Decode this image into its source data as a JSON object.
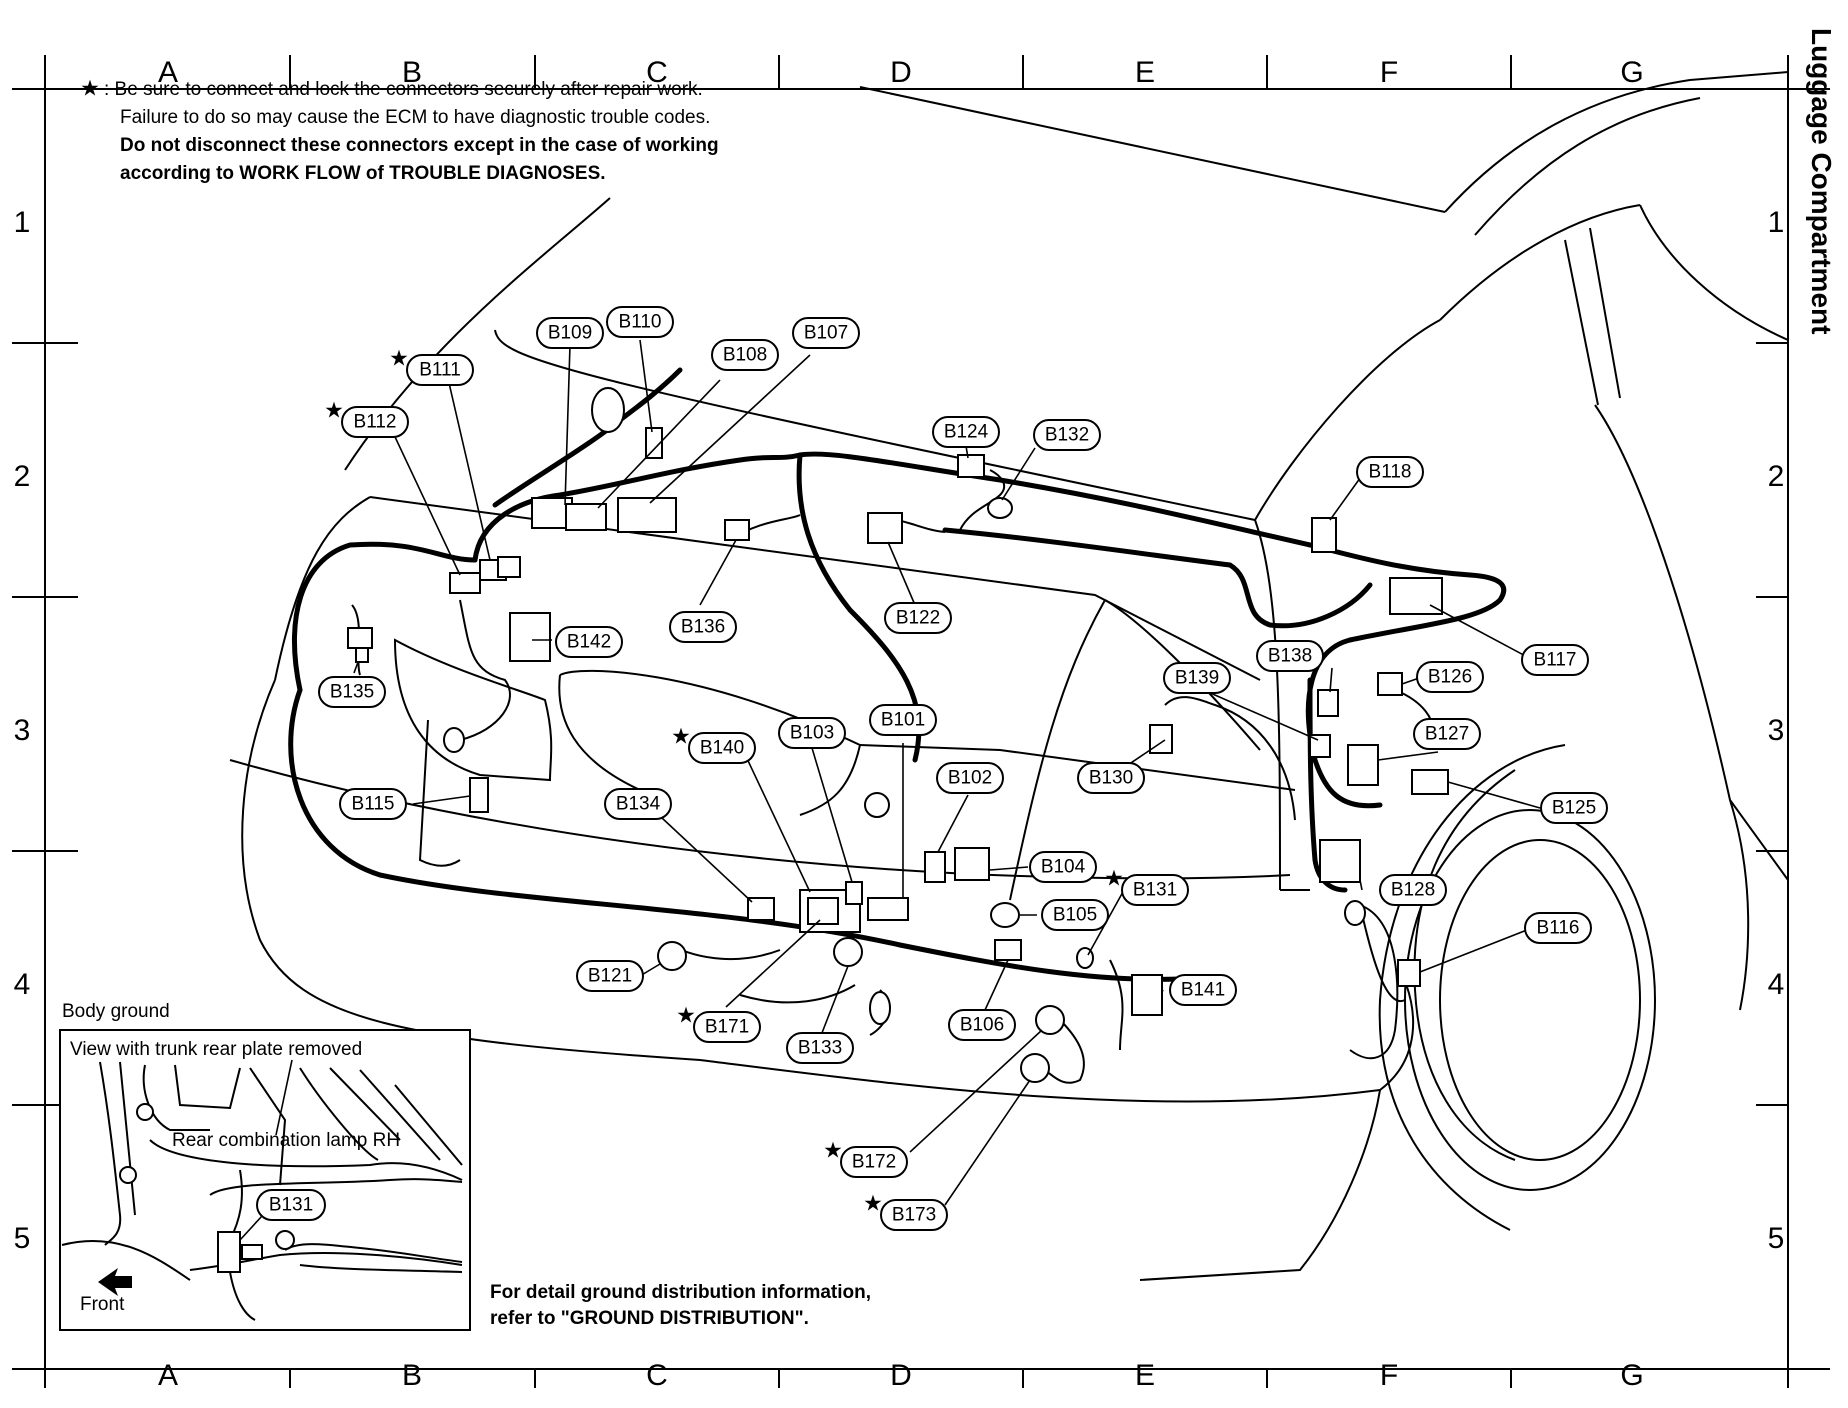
{
  "side_title": "Luggage Compartment",
  "columns": [
    "A",
    "B",
    "C",
    "D",
    "E",
    "F",
    "G"
  ],
  "rows": [
    "1",
    "2",
    "3",
    "4",
    "5"
  ],
  "note": {
    "star": "★",
    "line1": ": Be sure to connect and lock the connectors securely after repair work.",
    "line2": "Failure to do so may cause the ECM to have diagnostic trouble codes.",
    "line3": "Do not disconnect these connectors except in the case of working",
    "line4": "according to WORK FLOW of TROUBLE DIAGNOSES."
  },
  "connectors": [
    {
      "id": "B110",
      "label": "B110",
      "star": false
    },
    {
      "id": "B111",
      "label": "B111",
      "star": true
    },
    {
      "id": "B112",
      "label": "B112",
      "star": true
    },
    {
      "id": "B109",
      "label": "B109",
      "star": false
    },
    {
      "id": "B108",
      "label": "B108",
      "star": false
    },
    {
      "id": "B107",
      "label": "B107",
      "star": false
    },
    {
      "id": "B124",
      "label": "B124",
      "star": false
    },
    {
      "id": "B132",
      "label": "B132",
      "star": false
    },
    {
      "id": "B118",
      "label": "B118",
      "star": false
    },
    {
      "id": "B136",
      "label": "B136",
      "star": false
    },
    {
      "id": "B122",
      "label": "B122",
      "star": false
    },
    {
      "id": "B142",
      "label": "B142",
      "star": false
    },
    {
      "id": "B117",
      "label": "B117",
      "star": false
    },
    {
      "id": "B135",
      "label": "B135",
      "star": false
    },
    {
      "id": "B138",
      "label": "B138",
      "star": false
    },
    {
      "id": "B126",
      "label": "B126",
      "star": false
    },
    {
      "id": "B139",
      "label": "B139",
      "star": false
    },
    {
      "id": "B140",
      "label": "B140",
      "star": true
    },
    {
      "id": "B103",
      "label": "B103",
      "star": false
    },
    {
      "id": "B101",
      "label": "B101",
      "star": false
    },
    {
      "id": "B127",
      "label": "B127",
      "star": false
    },
    {
      "id": "B102",
      "label": "B102",
      "star": false
    },
    {
      "id": "B130",
      "label": "B130",
      "star": false
    },
    {
      "id": "B115",
      "label": "B115",
      "star": false
    },
    {
      "id": "B134",
      "label": "B134",
      "star": false
    },
    {
      "id": "B125",
      "label": "B125",
      "star": false
    },
    {
      "id": "B104",
      "label": "B104",
      "star": false
    },
    {
      "id": "B131",
      "label": "B131",
      "star": true
    },
    {
      "id": "B128",
      "label": "B128",
      "star": false
    },
    {
      "id": "B105",
      "label": "B105",
      "star": false
    },
    {
      "id": "B116",
      "label": "B116",
      "star": false
    },
    {
      "id": "B121",
      "label": "B121",
      "star": false
    },
    {
      "id": "B141",
      "label": "B141",
      "star": false
    },
    {
      "id": "B171",
      "label": "B171",
      "star": true
    },
    {
      "id": "B106",
      "label": "B106",
      "star": false
    },
    {
      "id": "B133",
      "label": "B133",
      "star": false
    },
    {
      "id": "B172",
      "label": "B172",
      "star": true
    },
    {
      "id": "B173",
      "label": "B173",
      "star": true
    }
  ],
  "inset": {
    "caption": "Body ground",
    "title": "View with trunk rear plate removed",
    "lamp_label": "Rear combination lamp RH",
    "connector_label": "B131",
    "front_label": "Front"
  },
  "footnote": {
    "line1": "For detail ground distribution information,",
    "line2": "refer to \"GROUND DISTRIBUTION\"."
  }
}
